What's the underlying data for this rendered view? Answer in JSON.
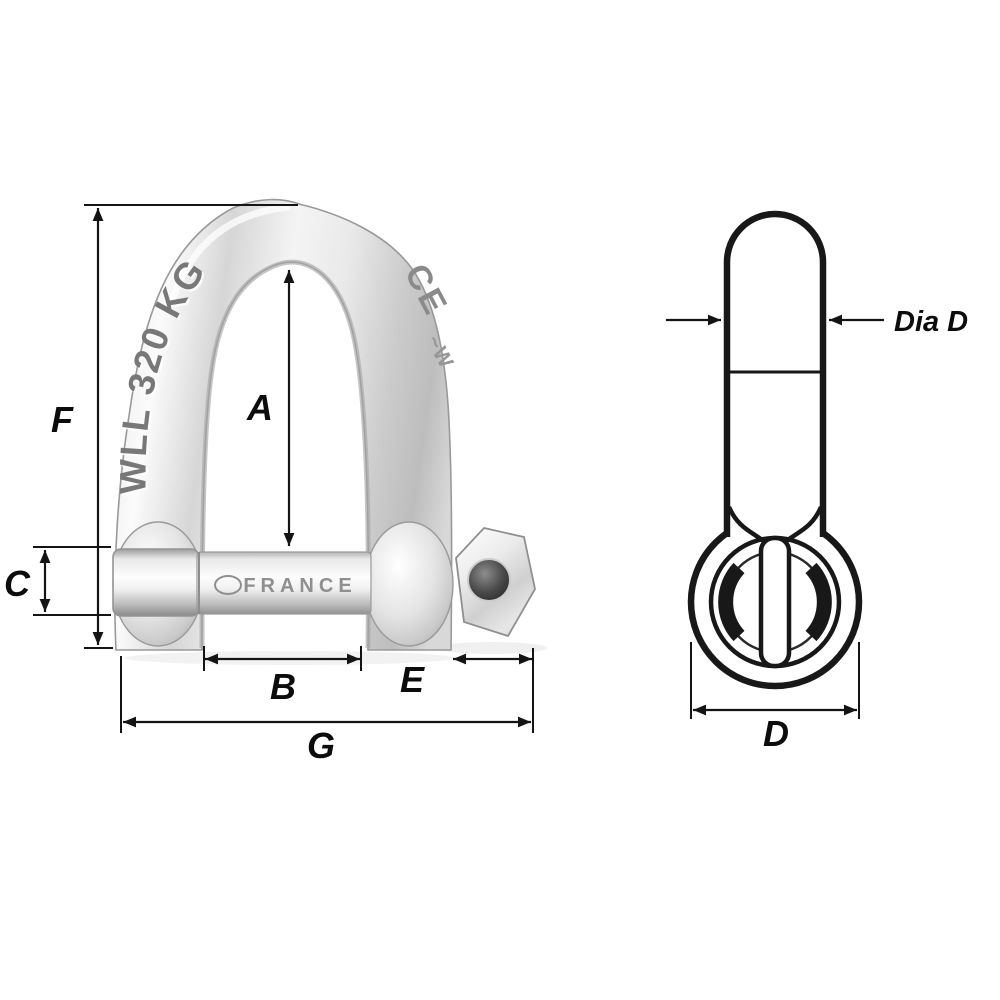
{
  "front_view": {
    "markings": {
      "bow": "WLL 320 KG",
      "ce": "CE",
      "stamp": "~W",
      "pin": "FRANCE"
    },
    "dimensions": {
      "F": "F",
      "A": "A",
      "C": "C",
      "B": "B",
      "E": "E",
      "G": "G"
    }
  },
  "side_view": {
    "dimensions": {
      "dia_d": "Dia D",
      "d": "D"
    }
  },
  "colors": {
    "line": "#141414",
    "engraving": "#787878",
    "background": "#ffffff"
  }
}
